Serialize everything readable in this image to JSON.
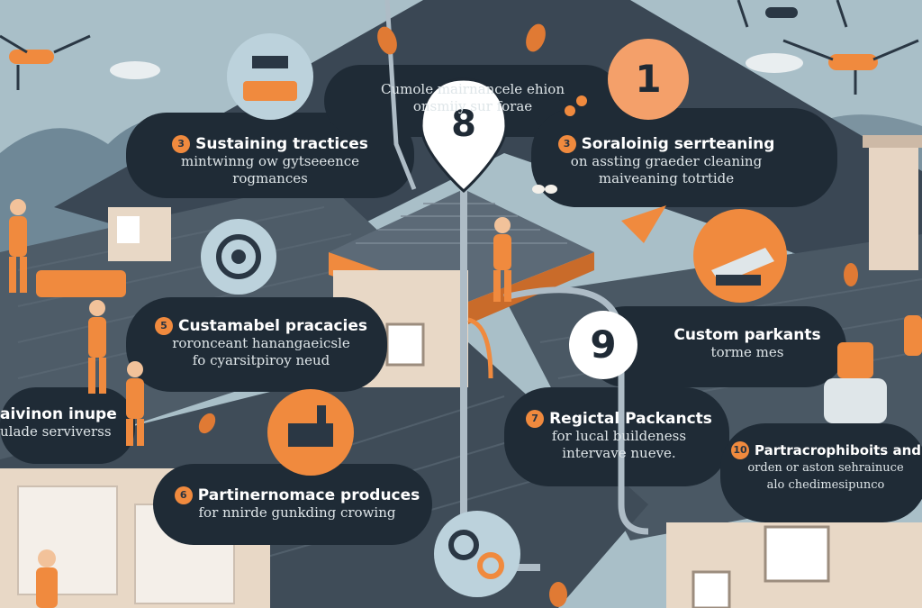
{
  "colors": {
    "sky": "#9fb4bd",
    "roof_dark": "#2a3744",
    "roof_mid": "#4c5a66",
    "accent_orange": "#f08a3e",
    "wall_beige": "#e8d8c6",
    "white": "#ffffff"
  },
  "markers": {
    "pin_number": "8",
    "circle_1": "1",
    "circle_9": "9"
  },
  "labels": {
    "top_center": {
      "line1": "Cumole mairnancele ehion",
      "line2": "onsmiiy sur forae"
    },
    "item_a": {
      "badge": "3",
      "title": "Sustaining tractices",
      "line1": "mintwinng ow gytseeence",
      "line2": "rogmances"
    },
    "item_b": {
      "badge": "3",
      "title": "Soraloinig serrteaning",
      "line1": "on assting graeder cleaning",
      "line2": "maiveaning totrtide"
    },
    "item_c": {
      "badge": "5",
      "title": "Custamabel pracacies",
      "line1": "roronceant hanangaeicsle",
      "line2": "fo cyarsitpiroy neud"
    },
    "item_d": {
      "title": "Custom parkants",
      "line1": "torme mes"
    },
    "item_e": {
      "title": "aivinon inupe",
      "line1": "ulade serviverss"
    },
    "item_f": {
      "badge": "7",
      "title": "Regictal Packancts",
      "line1": "for lucal buildeness",
      "line2": "intervave nueve."
    },
    "item_g": {
      "badge": "6",
      "title": "Partinernomace produces",
      "line1": "for nnirde gunkding crowing"
    },
    "item_h": {
      "badge": "10",
      "title": "Partracrophiboits and",
      "line1": "orden or aston sehrainuce",
      "line2": "alo chedimesipunco"
    }
  },
  "icons": [
    "drone-icon",
    "roof-tool-icon",
    "gear-icon",
    "broom-icon",
    "solar-panel-icon",
    "leaf-icon",
    "paper-plane-icon",
    "butterfly-icon",
    "cleaning-bucket-icon",
    "location-pin-icon"
  ]
}
